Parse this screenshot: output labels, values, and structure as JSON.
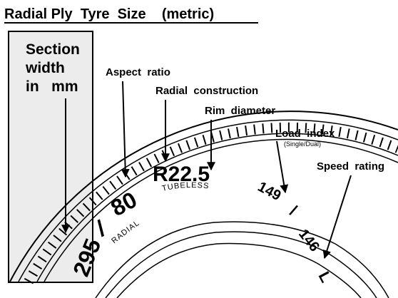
{
  "title": "Radial Ply  Tyre  Size    (metric)",
  "labels": {
    "section_width_l1": "Section",
    "section_width_l2": "width",
    "section_width_l3": "in   mm",
    "aspect_ratio": "Aspect  ratio",
    "radial_construction": "Radial  construction",
    "rim_diameter": "Rim  diameter",
    "load_index": "Load  index",
    "load_index_sub": "(Single/Dual)",
    "speed_rating": "Speed  rating"
  },
  "sidewall": {
    "width": "295",
    "slash1": "/",
    "aspect": "80",
    "radial": "RADIAL",
    "rim": "R22.5",
    "tubeless": "TUBELESS",
    "load_single": "149",
    "slash2": "/",
    "load_dual": "146",
    "speed": "L"
  },
  "colors": {
    "line": "#000000",
    "box_fill": "#ececec",
    "background": "#ffffff"
  }
}
